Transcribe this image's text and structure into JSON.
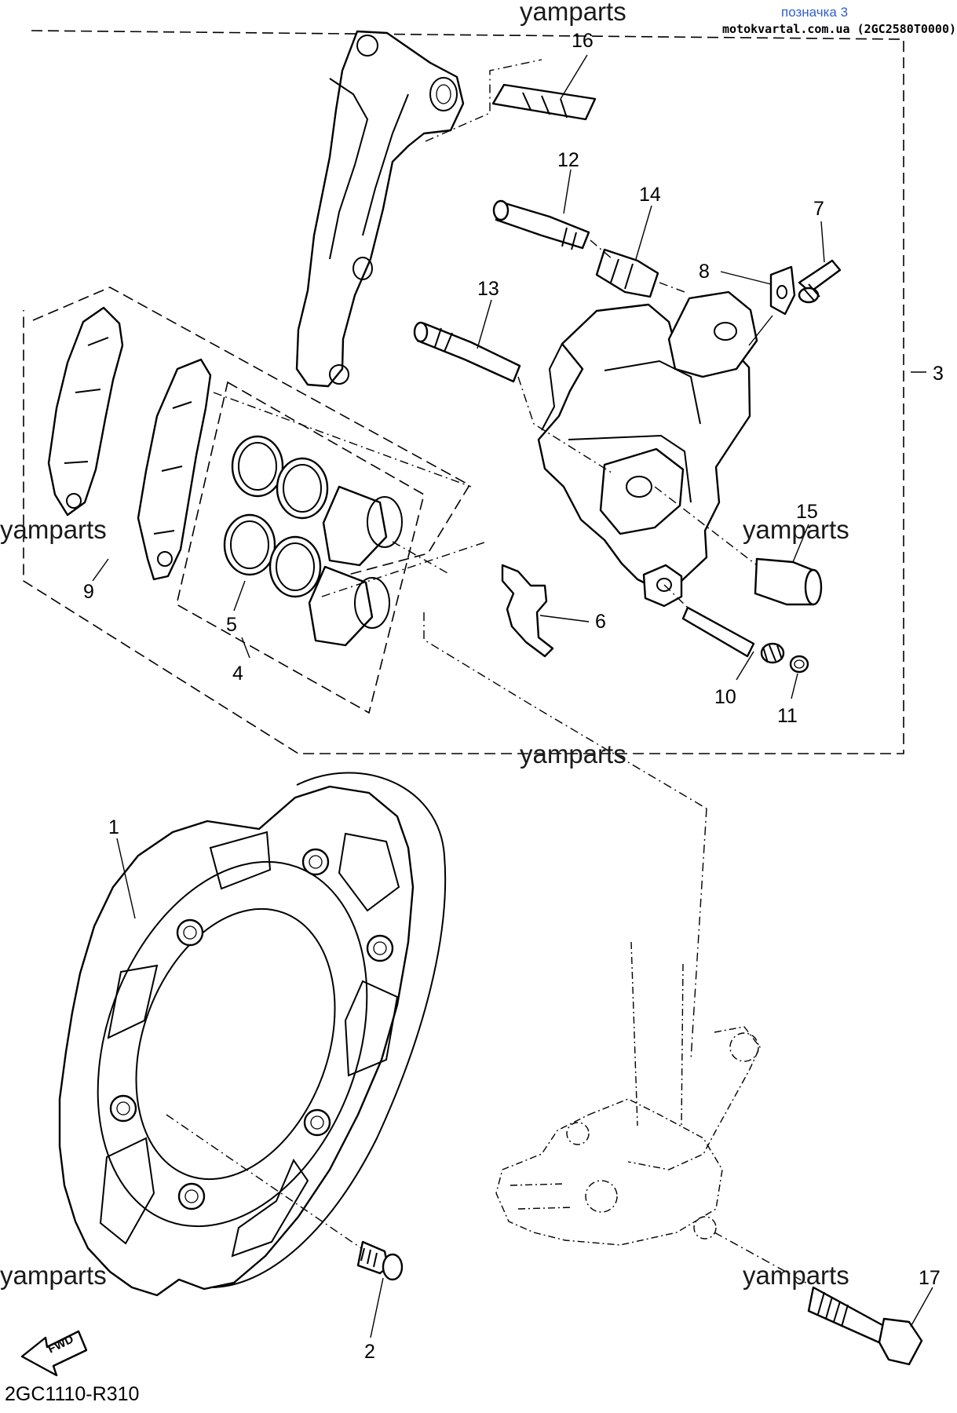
{
  "header": {
    "title": "позначка 3",
    "subtitle": "motokvartal.com.ua (2GC2580T0000)"
  },
  "watermarks": [
    "yamparts",
    "yamparts",
    "yamparts",
    "yamparts",
    "yamparts",
    "yamparts"
  ],
  "callouts": [
    "1",
    "2",
    "3",
    "4",
    "5",
    "6",
    "7",
    "8",
    "9",
    "10",
    "11",
    "12",
    "13",
    "14",
    "15",
    "16",
    "17"
  ],
  "direction_label": "FWD",
  "diagram_code": "2GC1110-R310"
}
